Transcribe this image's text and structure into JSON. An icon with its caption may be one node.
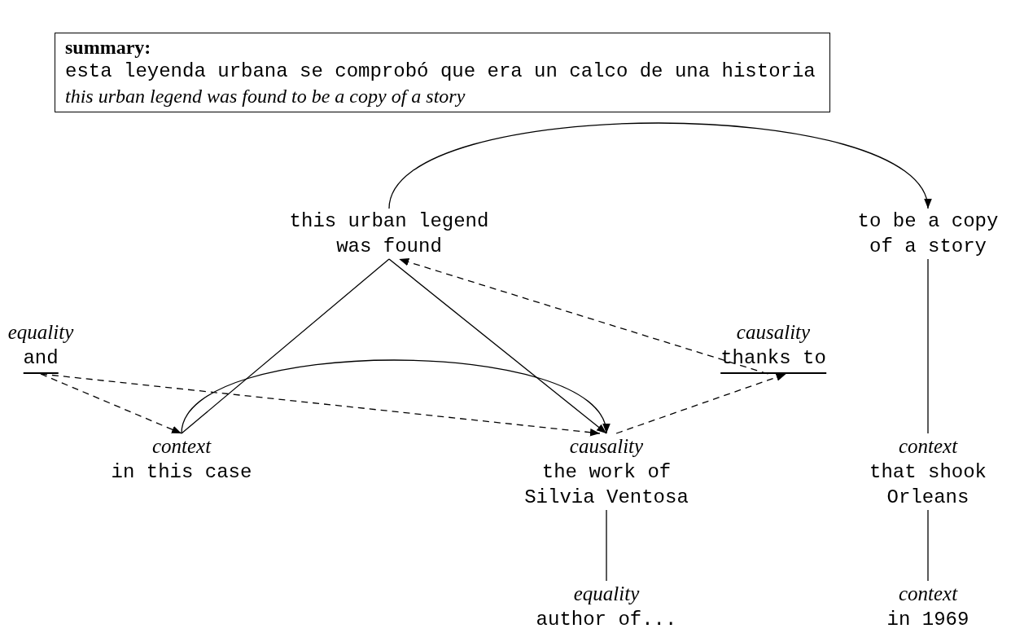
{
  "diagram": {
    "nodes": [
      {
        "text": [
          "summary:",
          "esta leyenda urbana se comprobó que era un calco de una historia",
          "this urban legend was found to be a copy of a story"
        ]
      },
      {
        "text": [
          "this urban legend was found"
        ]
      },
      {
        "text": [
          "to be a copy of a story"
        ]
      },
      {
        "text": [
          "equality",
          "and"
        ]
      },
      {
        "text": [
          "causality",
          "thanks to"
        ]
      },
      {
        "text": [
          "context",
          "in this case"
        ]
      },
      {
        "text": [
          "causality",
          "the work of Silvia Ventosa"
        ]
      },
      {
        "text": [
          "context",
          "that shook Orleans"
        ]
      },
      {
        "text": [
          "equality",
          "author of..."
        ]
      },
      {
        "text": [
          "context",
          "in 1969"
        ]
      }
    ],
    "edges": [
      {
        "from": 1,
        "to": 2,
        "arrow": "to"
      },
      {
        "from": 5,
        "to": 1,
        "arrow": "none"
      },
      {
        "from": 1,
        "to": 6,
        "arrow": "to"
      },
      {
        "from": 4,
        "to": 1,
        "arrow": "to",
        "style": "dashed"
      },
      {
        "from": 3,
        "to": 5,
        "arrow": "to",
        "style": "dashed"
      },
      {
        "from": 3,
        "to": 6,
        "arrow": "to",
        "style": "dashed"
      },
      {
        "from": 5,
        "to": 6,
        "arrow": "to"
      },
      {
        "from": 6,
        "to": 4,
        "arrow": "to",
        "style": "dashed"
      },
      {
        "from": 2,
        "to": 7,
        "arrow": "none"
      },
      {
        "from": 7,
        "to": 9,
        "arrow": "none"
      },
      {
        "from": 6,
        "to": 8,
        "arrow": "none"
      }
    ]
  }
}
